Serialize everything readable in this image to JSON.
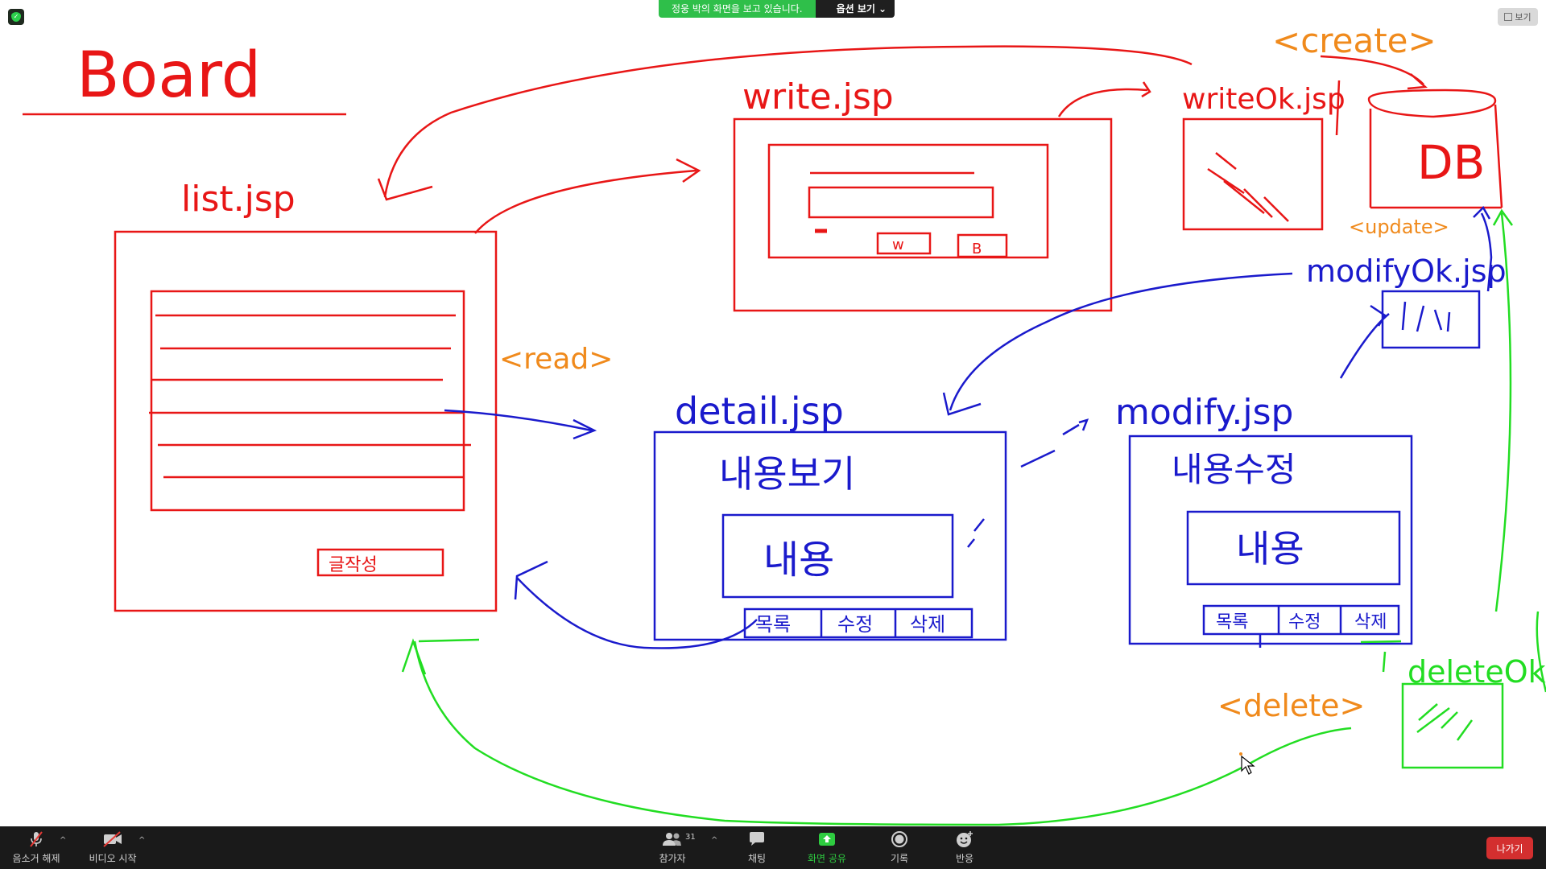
{
  "banner": {
    "message": "정웅 박의 화면을 보고 있습니다.",
    "options": "옵션 보기",
    "options_caret": "⌄"
  },
  "view_button": {
    "label": "보기"
  },
  "whiteboard": {
    "title": "Board",
    "pages": {
      "list": "list.jsp",
      "write": "write.jsp",
      "writeok": "writeOk.jsp",
      "db": "DB",
      "detail": "detail.jsp",
      "modify": "modify.jsp",
      "modifyok": "modifyOk.jsp",
      "deleteok": "deleteOk.jsp"
    },
    "annotations": {
      "create": "<create>",
      "read": "<read>",
      "update": "<update>",
      "delete": "<delete>"
    },
    "korean": {
      "list_write_btn": "글작성",
      "write_btn_w": "w",
      "write_btn_b": "B",
      "detail_heading": "내용보기",
      "detail_content": "내용",
      "detail_btn_list": "목록",
      "detail_btn_modify": "수정",
      "detail_btn_delete": "삭제",
      "modify_heading": "내용수정",
      "modify_content": "내용",
      "modify_btn_list": "목록",
      "modify_btn_modify": "수정",
      "modify_btn_delete": "삭제"
    },
    "colors": {
      "red": "#e81616",
      "blue": "#1a1acc",
      "green": "#22dd22",
      "orange": "#f08a1c"
    }
  },
  "toolbar": {
    "mute": "음소거 해제",
    "video": "비디오 시작",
    "participants": "참가자",
    "participants_count": "31",
    "chat": "채팅",
    "share": "화면 공유",
    "record": "기록",
    "reactions": "반응",
    "leave": "나가기"
  }
}
